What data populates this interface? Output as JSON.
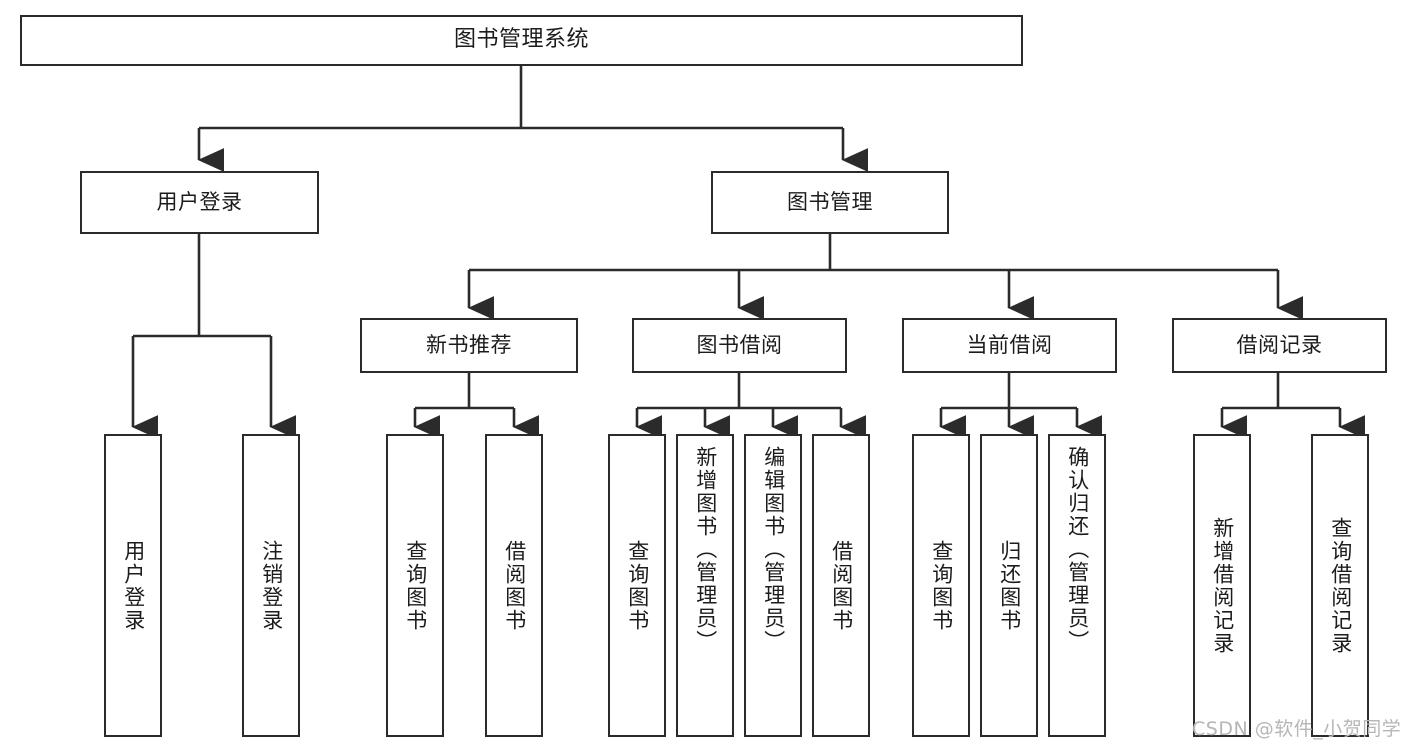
{
  "diagram": {
    "title": "图书管理系统",
    "type": "hierarchy-tree",
    "root": {
      "label": "图书管理系统"
    },
    "level2": [
      {
        "label": "用户登录"
      },
      {
        "label": "图书管理"
      }
    ],
    "level3": [
      {
        "label": "新书推荐"
      },
      {
        "label": "图书借阅"
      },
      {
        "label": "当前借阅"
      },
      {
        "label": "借阅记录"
      }
    ],
    "leaves": {
      "user_login": [
        {
          "label": "用户登录"
        },
        {
          "label": "注销登录"
        }
      ],
      "new_book_recommend": [
        {
          "label": "查询图书"
        },
        {
          "label": "借阅图书"
        }
      ],
      "book_borrow": [
        {
          "label": "查询图书"
        },
        {
          "label": "新增图书（管理员）"
        },
        {
          "label": "编辑图书（管理员）"
        },
        {
          "label": "借阅图书"
        }
      ],
      "current_borrow": [
        {
          "label": "查询图书"
        },
        {
          "label": "归还图书"
        },
        {
          "label": "确认归还（管理员）"
        }
      ],
      "borrow_record": [
        {
          "label": "新增借阅记录"
        },
        {
          "label": "查询借阅记录"
        }
      ]
    }
  },
  "watermark": {
    "text": "CSDN @软件_小贺同学"
  },
  "colors": {
    "stroke": "#2b2b2b",
    "background": "#ffffff",
    "text": "#1c1c1c",
    "watermark": "#b6b6b6"
  }
}
